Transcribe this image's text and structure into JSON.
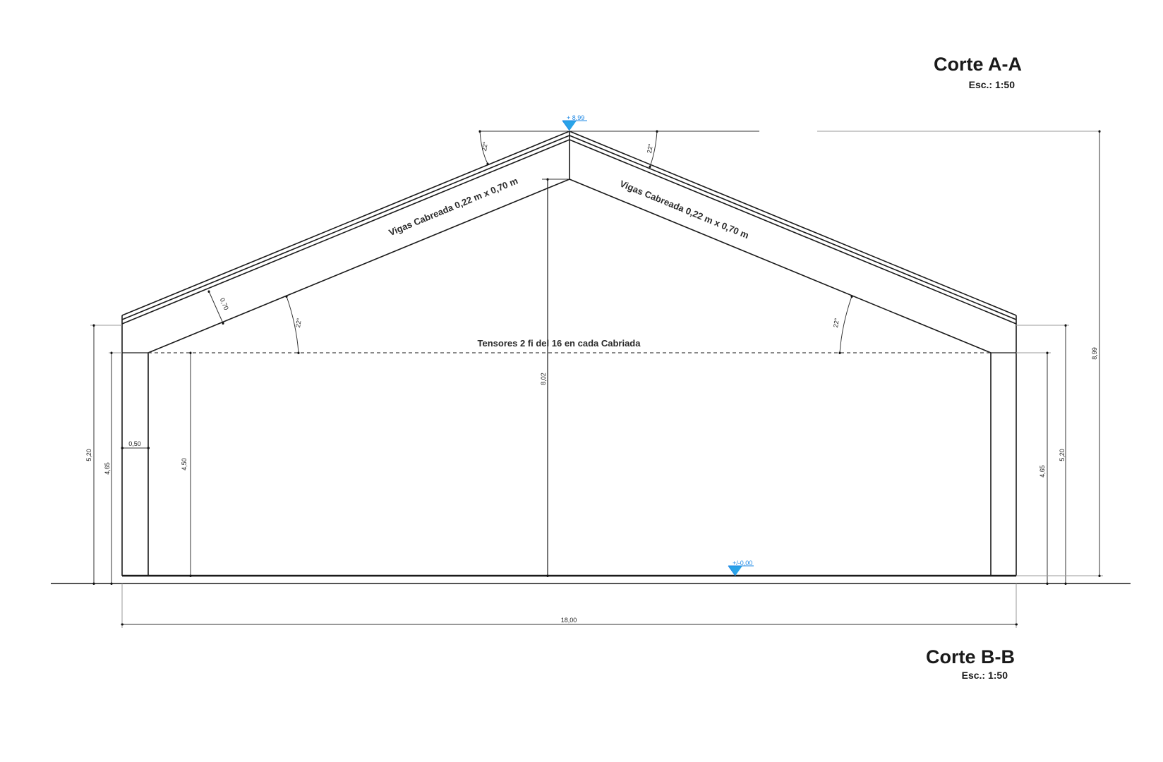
{
  "titles": {
    "top": "Corte A-A",
    "top_scale": "Esc.: 1:50",
    "bottom": "Corte B-B",
    "bottom_scale": "Esc.: 1:50"
  },
  "labels": {
    "beam_left": "Vigas Cabreada 0,22 m x 0,70 m",
    "beam_right": "Vigas Cabreada 0,22 m x 0,70 m",
    "tensors": "Tensores 2 fi del 16  en cada Cabriada"
  },
  "levels": {
    "ridge": "+ 8,99",
    "floor": "+/-0,00"
  },
  "angles": {
    "roof_top_left": "22°",
    "roof_top_right": "22°",
    "beam_left": "22°",
    "beam_right": "22°"
  },
  "dimensions": {
    "beam_depth": "0,70",
    "total_height": "8,99",
    "center_height": "8,02",
    "left_outer_height": "5,20",
    "left_mid_height": "4,65",
    "left_inner_height": "4,50",
    "column_width": "0,50",
    "right_inner_height": "4,65",
    "right_outer_height": "5,20",
    "span": "18,00"
  },
  "colors": {
    "level_marker": "#29a3e8",
    "lines": "#1a1a1a"
  }
}
